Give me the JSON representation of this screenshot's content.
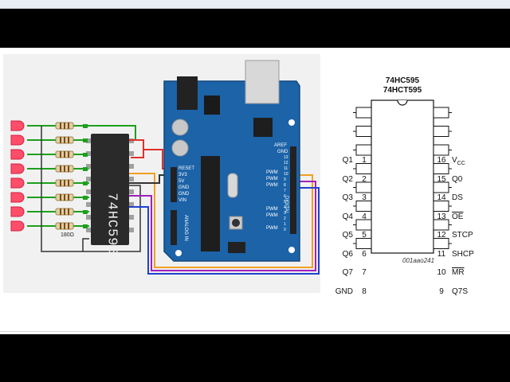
{
  "ic_marking": "74HC595",
  "resistor_label": "180Ω",
  "arduino": {
    "left_header": [
      "RESET",
      "3V3",
      "5V",
      "GND",
      "GND",
      "VIN"
    ],
    "analog_label": "ANALOG IN",
    "aref": "AREF",
    "gnd": "GND",
    "pwm": "PWM",
    "digital_label": "DIGITAL",
    "digital_pins": [
      "13",
      "12",
      "11",
      "10",
      "9",
      "8",
      "7",
      "6",
      "5",
      "4",
      "3",
      "2",
      "1",
      "0"
    ]
  },
  "pinout": {
    "title_line1": "74HC595",
    "title_line2": "74HCT595",
    "left_pins": [
      {
        "num": "1",
        "name": "Q1"
      },
      {
        "num": "2",
        "name": "Q2"
      },
      {
        "num": "3",
        "name": "Q3"
      },
      {
        "num": "4",
        "name": "Q4"
      },
      {
        "num": "5",
        "name": "Q5"
      },
      {
        "num": "6",
        "name": "Q6"
      },
      {
        "num": "7",
        "name": "Q7"
      },
      {
        "num": "8",
        "name": "GND"
      }
    ],
    "right_pins": [
      {
        "num": "16",
        "name": "V",
        "sub": "CC"
      },
      {
        "num": "15",
        "name": "Q0"
      },
      {
        "num": "14",
        "name": "DS"
      },
      {
        "num": "13",
        "name": "OE",
        "overline": true
      },
      {
        "num": "12",
        "name": "STCP"
      },
      {
        "num": "11",
        "name": "SHCP"
      },
      {
        "num": "10",
        "name": "MR",
        "overline": true
      },
      {
        "num": "9",
        "name": "Q7S"
      }
    ],
    "code": "001aao241"
  },
  "colors": {
    "led": "#ff4e6a",
    "board": "#1c63a8",
    "wire_green": "#1ca01c",
    "wire_red": "#e0302a",
    "wire_orange": "#f0a020",
    "wire_purple": "#a020c0",
    "wire_blue": "#2040d0"
  }
}
